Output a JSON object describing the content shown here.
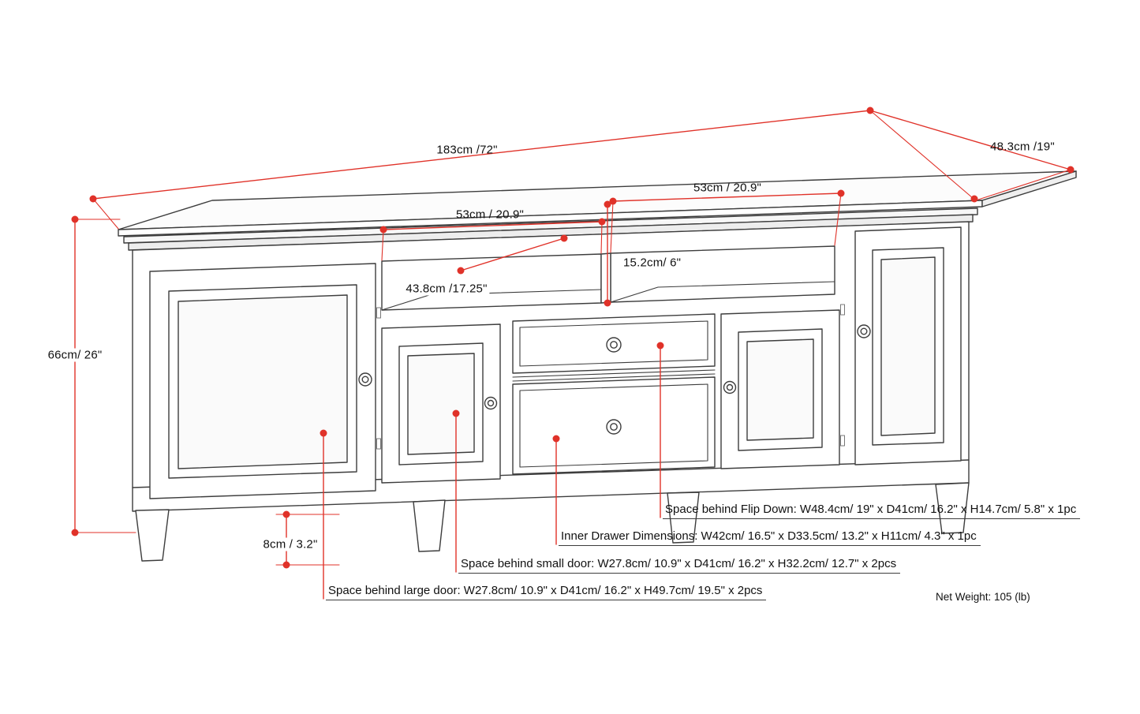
{
  "dimension_labels": {
    "top_width": "183cm /72\"",
    "top_depth": "48.3cm /19\"",
    "overall_height": "66cm/ 26\"",
    "left_shelf_width": "53cm / 20.9\"",
    "right_shelf_width": "53cm / 20.9\"",
    "shelf_depth": "43.8cm /17.25\"",
    "shelf_opening_height": "15.2cm/ 6\"",
    "leg_height": "8cm / 3.2\""
  },
  "annotations": {
    "flip_down": "Space behind Flip Down: W48.4cm/ 19\" x D41cm/ 16.2\" x H14.7cm/ 5.8\" x 1pc",
    "inner_drawer": "Inner Drawer Dimensions: W42cm/ 16.5\" x D33.5cm/ 13.2\" x H11cm/ 4.3\" x 1pc",
    "small_door": "Space behind small door: W27.8cm/ 10.9\" x D41cm/ 16.2\" x H32.2cm/ 12.7\" x 2pcs",
    "large_door": "Space behind large door: W27.8cm/ 10.9\" x D41cm/ 16.2\" x H49.7cm/ 19.5\" x 2pcs"
  },
  "net_weight": "Net Weight: 105 (lb)",
  "colors": {
    "dimension_red": "#e03229",
    "outline": "#3d3d3d"
  }
}
